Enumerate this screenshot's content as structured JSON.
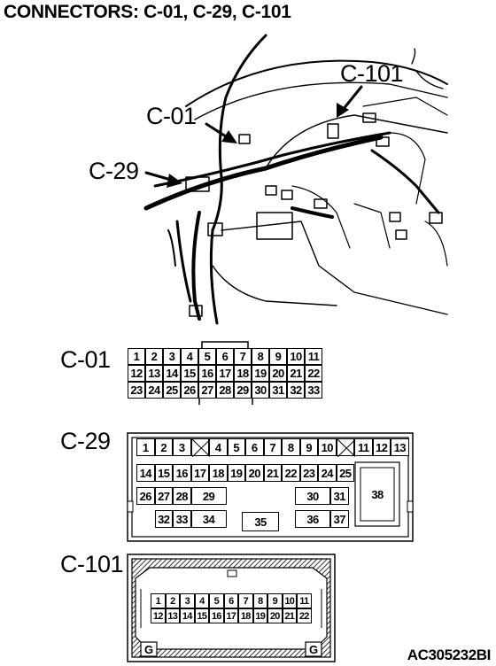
{
  "title": "CONNECTORS: C-01, C-29, C-101",
  "figure_code": "AC305232BI",
  "illustration": {
    "callouts": [
      "C-01",
      "C-29",
      "C-101"
    ]
  },
  "connectors": {
    "c01": {
      "label": "C-01",
      "rows": [
        [
          "1",
          "2",
          "3",
          "4",
          "5",
          "6",
          "7",
          "8",
          "9",
          "10",
          "11"
        ],
        [
          "12",
          "13",
          "14",
          "15",
          "16",
          "17",
          "18",
          "19",
          "20",
          "21",
          "22"
        ],
        [
          "23",
          "24",
          "25",
          "26",
          "27",
          "28",
          "29",
          "30",
          "31",
          "32",
          "33"
        ]
      ]
    },
    "c29": {
      "label": "C-29",
      "row1": [
        "1",
        "2",
        "3",
        "4",
        "5",
        "6",
        "7",
        "8",
        "9",
        "10",
        "11",
        "12",
        "13"
      ],
      "row2": [
        "14",
        "15",
        "16",
        "17",
        "18",
        "19",
        "20",
        "21",
        "22",
        "23",
        "24",
        "25"
      ],
      "row3": [
        "26",
        "27",
        "28",
        "29",
        "30",
        "31"
      ],
      "row4": [
        "32",
        "33",
        "34",
        "35",
        "36",
        "37"
      ],
      "big": "38"
    },
    "c101": {
      "label": "C-101",
      "rows": [
        [
          "1",
          "2",
          "3",
          "4",
          "5",
          "6",
          "7",
          "8",
          "9",
          "10",
          "11"
        ],
        [
          "12",
          "13",
          "14",
          "15",
          "16",
          "17",
          "18",
          "19",
          "20",
          "21",
          "22"
        ]
      ],
      "ground_marks": [
        "G",
        "G"
      ]
    }
  }
}
